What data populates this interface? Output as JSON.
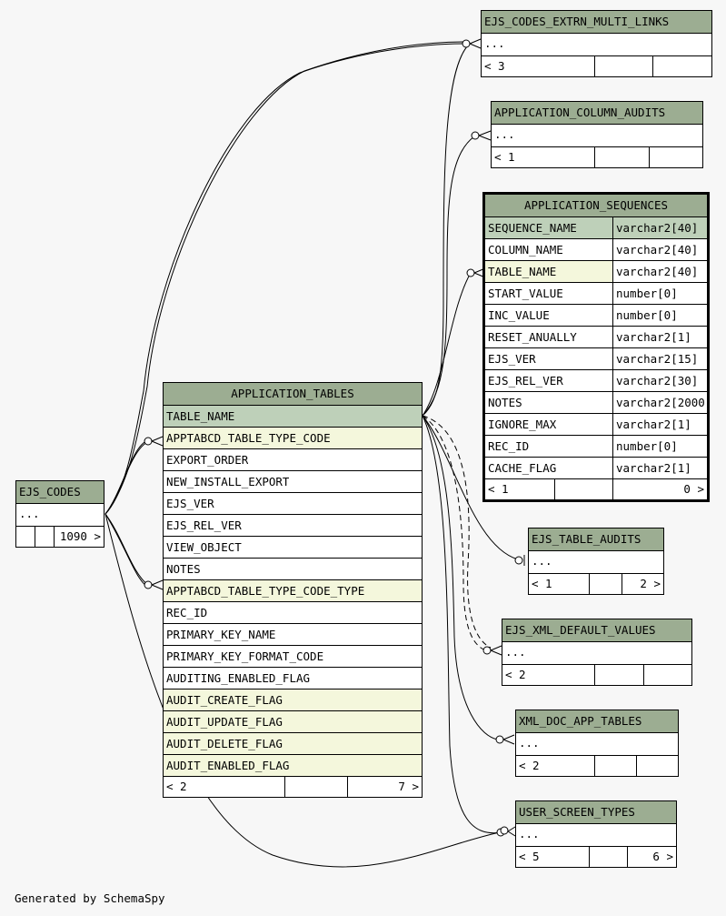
{
  "footer": "Generated by SchemaSpy",
  "tables": {
    "ejs_codes_extrn_multi_links": {
      "name": "EJS_CODES_EXTRN_MULTI_LINKS",
      "ellipsis": "...",
      "foot_left": "< 3"
    },
    "application_column_audits": {
      "name": "APPLICATION_COLUMN_AUDITS",
      "ellipsis": "...",
      "foot_left": "< 1"
    },
    "application_sequences": {
      "name": "APPLICATION_SEQUENCES",
      "columns": [
        {
          "name": "SEQUENCE_NAME",
          "type": "varchar2[40]"
        },
        {
          "name": "COLUMN_NAME",
          "type": "varchar2[40]"
        },
        {
          "name": "TABLE_NAME",
          "type": "varchar2[40]"
        },
        {
          "name": "START_VALUE",
          "type": "number[0]"
        },
        {
          "name": "INC_VALUE",
          "type": "number[0]"
        },
        {
          "name": "RESET_ANUALLY",
          "type": "varchar2[1]"
        },
        {
          "name": "EJS_VER",
          "type": "varchar2[15]"
        },
        {
          "name": "EJS_REL_VER",
          "type": "varchar2[30]"
        },
        {
          "name": "NOTES",
          "type": "varchar2[2000]"
        },
        {
          "name": "IGNORE_MAX",
          "type": "varchar2[1]"
        },
        {
          "name": "REC_ID",
          "type": "number[0]"
        },
        {
          "name": "CACHE_FLAG",
          "type": "varchar2[1]"
        }
      ],
      "foot_left": "< 1",
      "foot_right": "0 >"
    },
    "application_tables": {
      "name": "APPLICATION_TABLES",
      "columns": [
        "TABLE_NAME",
        "APPTABCD_TABLE_TYPE_CODE",
        "EXPORT_ORDER",
        "NEW_INSTALL_EXPORT",
        "EJS_VER",
        "EJS_REL_VER",
        "VIEW_OBJECT",
        "NOTES",
        "APPTABCD_TABLE_TYPE_CODE_TYPE",
        "REC_ID",
        "PRIMARY_KEY_NAME",
        "PRIMARY_KEY_FORMAT_CODE",
        "AUDITING_ENABLED_FLAG",
        "AUDIT_CREATE_FLAG",
        "AUDIT_UPDATE_FLAG",
        "AUDIT_DELETE_FLAG",
        "AUDIT_ENABLED_FLAG"
      ],
      "foot_left": "< 2",
      "foot_right": "7 >"
    },
    "ejs_codes": {
      "name": "EJS_CODES",
      "ellipsis": "...",
      "foot_right": "1090 >"
    },
    "ejs_table_audits": {
      "name": "EJS_TABLE_AUDITS",
      "ellipsis": "...",
      "foot_left": "< 1",
      "foot_right": "2 >"
    },
    "ejs_xml_default_values": {
      "name": "EJS_XML_DEFAULT_VALUES",
      "ellipsis": "...",
      "foot_left": "< 2"
    },
    "xml_doc_app_tables": {
      "name": "XML_DOC_APP_TABLES",
      "ellipsis": "...",
      "foot_left": "< 2"
    },
    "user_screen_types": {
      "name": "USER_SCREEN_TYPES",
      "ellipsis": "...",
      "foot_left": "< 5",
      "foot_right": "6 >"
    }
  }
}
